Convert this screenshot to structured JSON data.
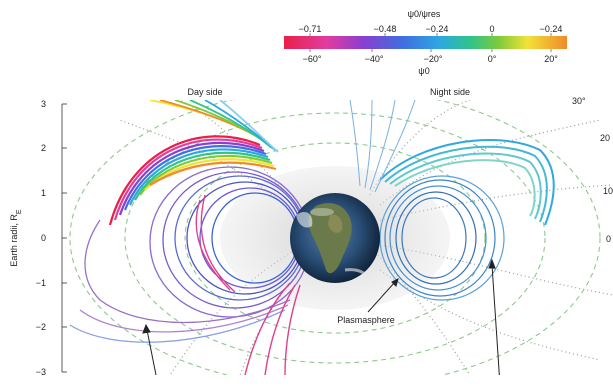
{
  "colorbar": {
    "title": "ψ0/ψres",
    "subtitle": "ψ0",
    "top_ticks": [
      "−0.71",
      "−0.48",
      "−0.24",
      "0",
      "−0.24"
    ],
    "bottom_ticks": [
      "−60°",
      "−40°",
      "−20°",
      "0°",
      "20°"
    ]
  },
  "panel": {
    "day_label": "Day side",
    "night_label": "Night side",
    "plasmasphere_label": "Plasmasphere",
    "ylabel": "Earth radii, R",
    "ylabel_sub": "E",
    "y_ticks": [
      "3",
      "2",
      "1",
      "0",
      "−1",
      "−2",
      "−3"
    ],
    "right_labels": [
      "30°",
      "20",
      "10",
      "0"
    ]
  },
  "colors": {
    "rainbow": [
      "#e8204a",
      "#e23c9e",
      "#8a3fd0",
      "#3f6fe0",
      "#2ea8e0",
      "#2fc48a",
      "#7ecb3a",
      "#f2e238",
      "#f08a2a"
    ],
    "day_lines": "#5a6ad0",
    "night_lines": "#3b82c8",
    "pink_lines": "#e0408a",
    "earth_ocean": "#1f3e63",
    "plasmasphere": "#bdbdbd",
    "dashed_green": "#8cc98c",
    "dotted_grey": "#9a9a9a"
  }
}
